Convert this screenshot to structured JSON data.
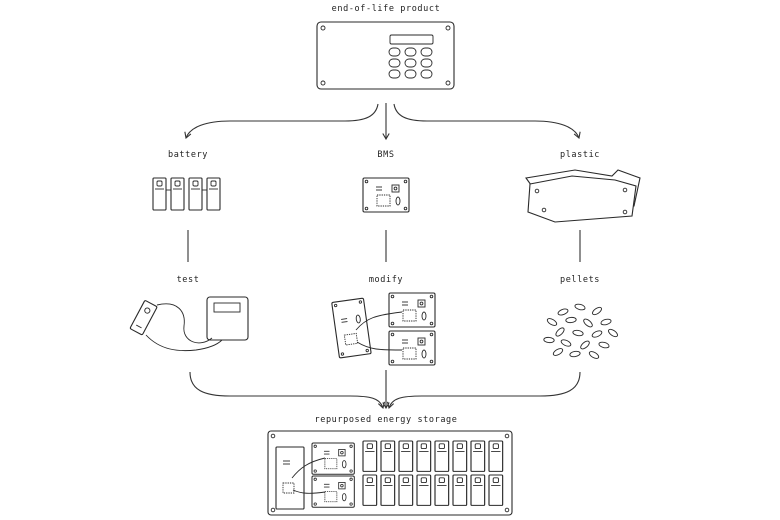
{
  "diagram": {
    "nodes": {
      "source": {
        "label": "end-of-life product"
      },
      "battery": {
        "label": "battery"
      },
      "bms": {
        "label": "BMS"
      },
      "plastic": {
        "label": "plastic"
      },
      "test": {
        "label": "test"
      },
      "modify": {
        "label": "modify"
      },
      "pellets": {
        "label": "pellets"
      },
      "output": {
        "label": "repurposed energy storage"
      }
    },
    "edges": [
      {
        "from": "end-of-life product",
        "to": "battery"
      },
      {
        "from": "end-of-life product",
        "to": "BMS"
      },
      {
        "from": "end-of-life product",
        "to": "plastic"
      },
      {
        "from": "battery",
        "to": "test"
      },
      {
        "from": "BMS",
        "to": "modify"
      },
      {
        "from": "plastic",
        "to": "pellets"
      },
      {
        "from": "test",
        "to": "repurposed energy storage"
      },
      {
        "from": "modify",
        "to": "repurposed energy storage"
      },
      {
        "from": "pellets",
        "to": "repurposed energy storage"
      }
    ],
    "icons": {
      "source": "keypad-device-icon",
      "battery": "battery-cells-icon",
      "bms": "circuit-board-icon",
      "plastic": "plastic-sheets-icon",
      "test": "battery-tester-icon",
      "modify": "modified-boards-icon",
      "pellets": "plastic-pellets-icon",
      "output": "energy-storage-rack-icon"
    }
  }
}
